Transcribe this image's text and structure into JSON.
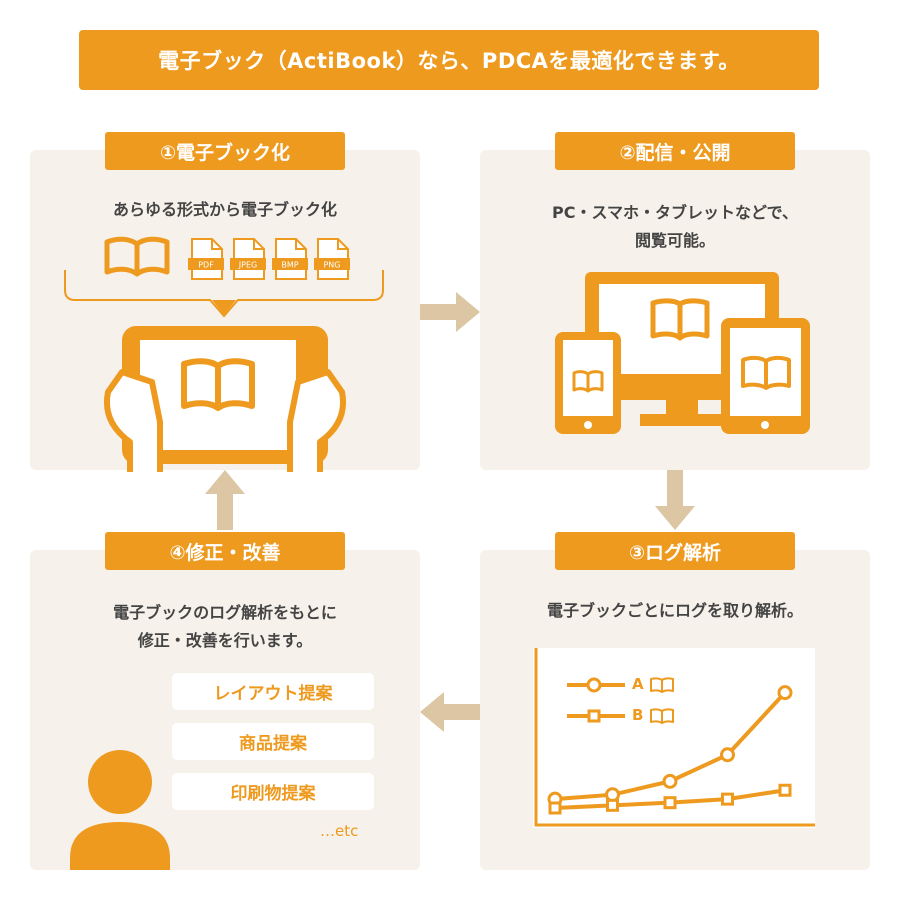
{
  "banner": {
    "title": "電子ブック（ActiBook）なら、PDCAを最適化できます。"
  },
  "steps": [
    {
      "label": "①電子ブック化",
      "description": "あらゆる形式から電子ブック化",
      "formats": [
        "PDF",
        "JPEG",
        "BMP",
        "PNG"
      ]
    },
    {
      "label": "②配信・公開",
      "description_lines": [
        "PC・スマホ・タブレットなどで、",
        "閲覧可能。"
      ]
    },
    {
      "label": "③ログ解析",
      "description": "電子ブックごとにログを取り解析。"
    },
    {
      "label": "④修正・改善",
      "description_lines": [
        "電子ブックのログ解析をもとに",
        "修正・改善を行います。"
      ],
      "proposals": [
        "レイアウト提案",
        "商品提案",
        "印刷物提案"
      ],
      "more": "…etc"
    }
  ],
  "chart_data": {
    "type": "line",
    "legend_placement": "top-left",
    "series": [
      {
        "name": "A",
        "marker": "circle",
        "values": [
          1,
          1.5,
          3,
          6,
          13
        ]
      },
      {
        "name": "B",
        "marker": "square",
        "values": [
          0,
          0.3,
          0.6,
          1.0,
          2.0
        ]
      }
    ],
    "ylim": [
      0,
      16
    ],
    "axes_labels": false
  },
  "colors": {
    "accent": "#ee9a1f",
    "panel": "#f6f1ea",
    "arrow": "#dcc6a3",
    "text": "#444444"
  }
}
